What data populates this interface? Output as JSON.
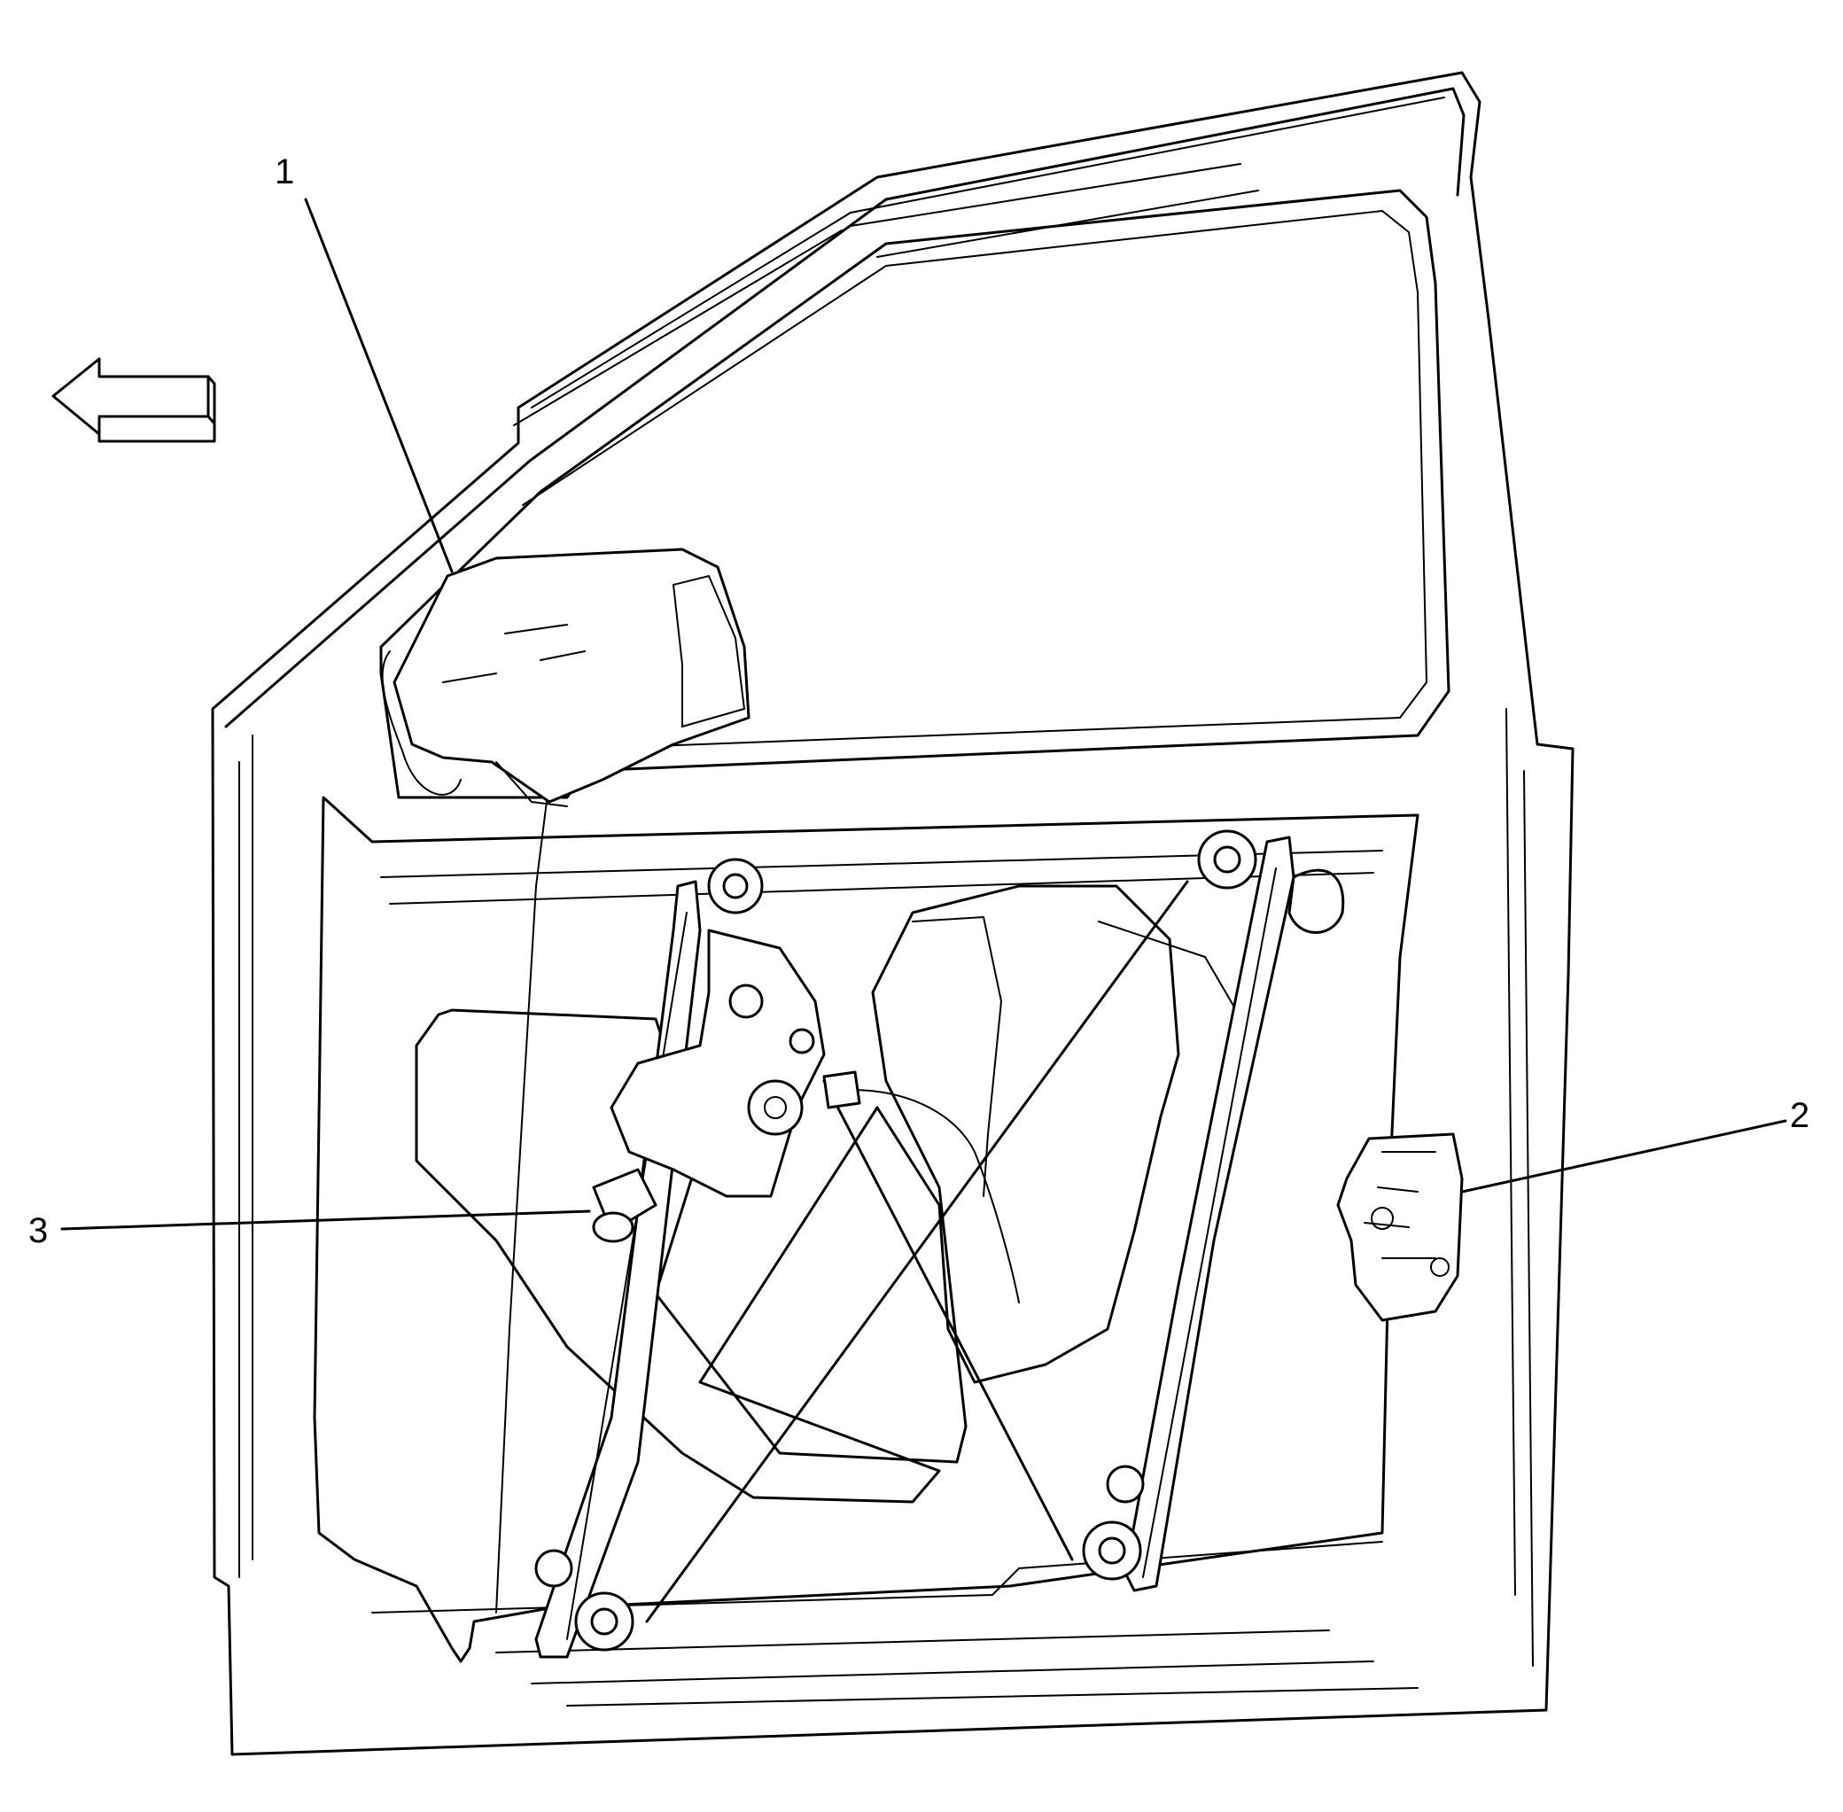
{
  "callouts": [
    {
      "id": "1",
      "label": "1"
    },
    {
      "id": "2",
      "label": "2"
    },
    {
      "id": "3",
      "label": "3"
    }
  ],
  "icons": {
    "direction_arrow": "arrow-left-icon"
  }
}
